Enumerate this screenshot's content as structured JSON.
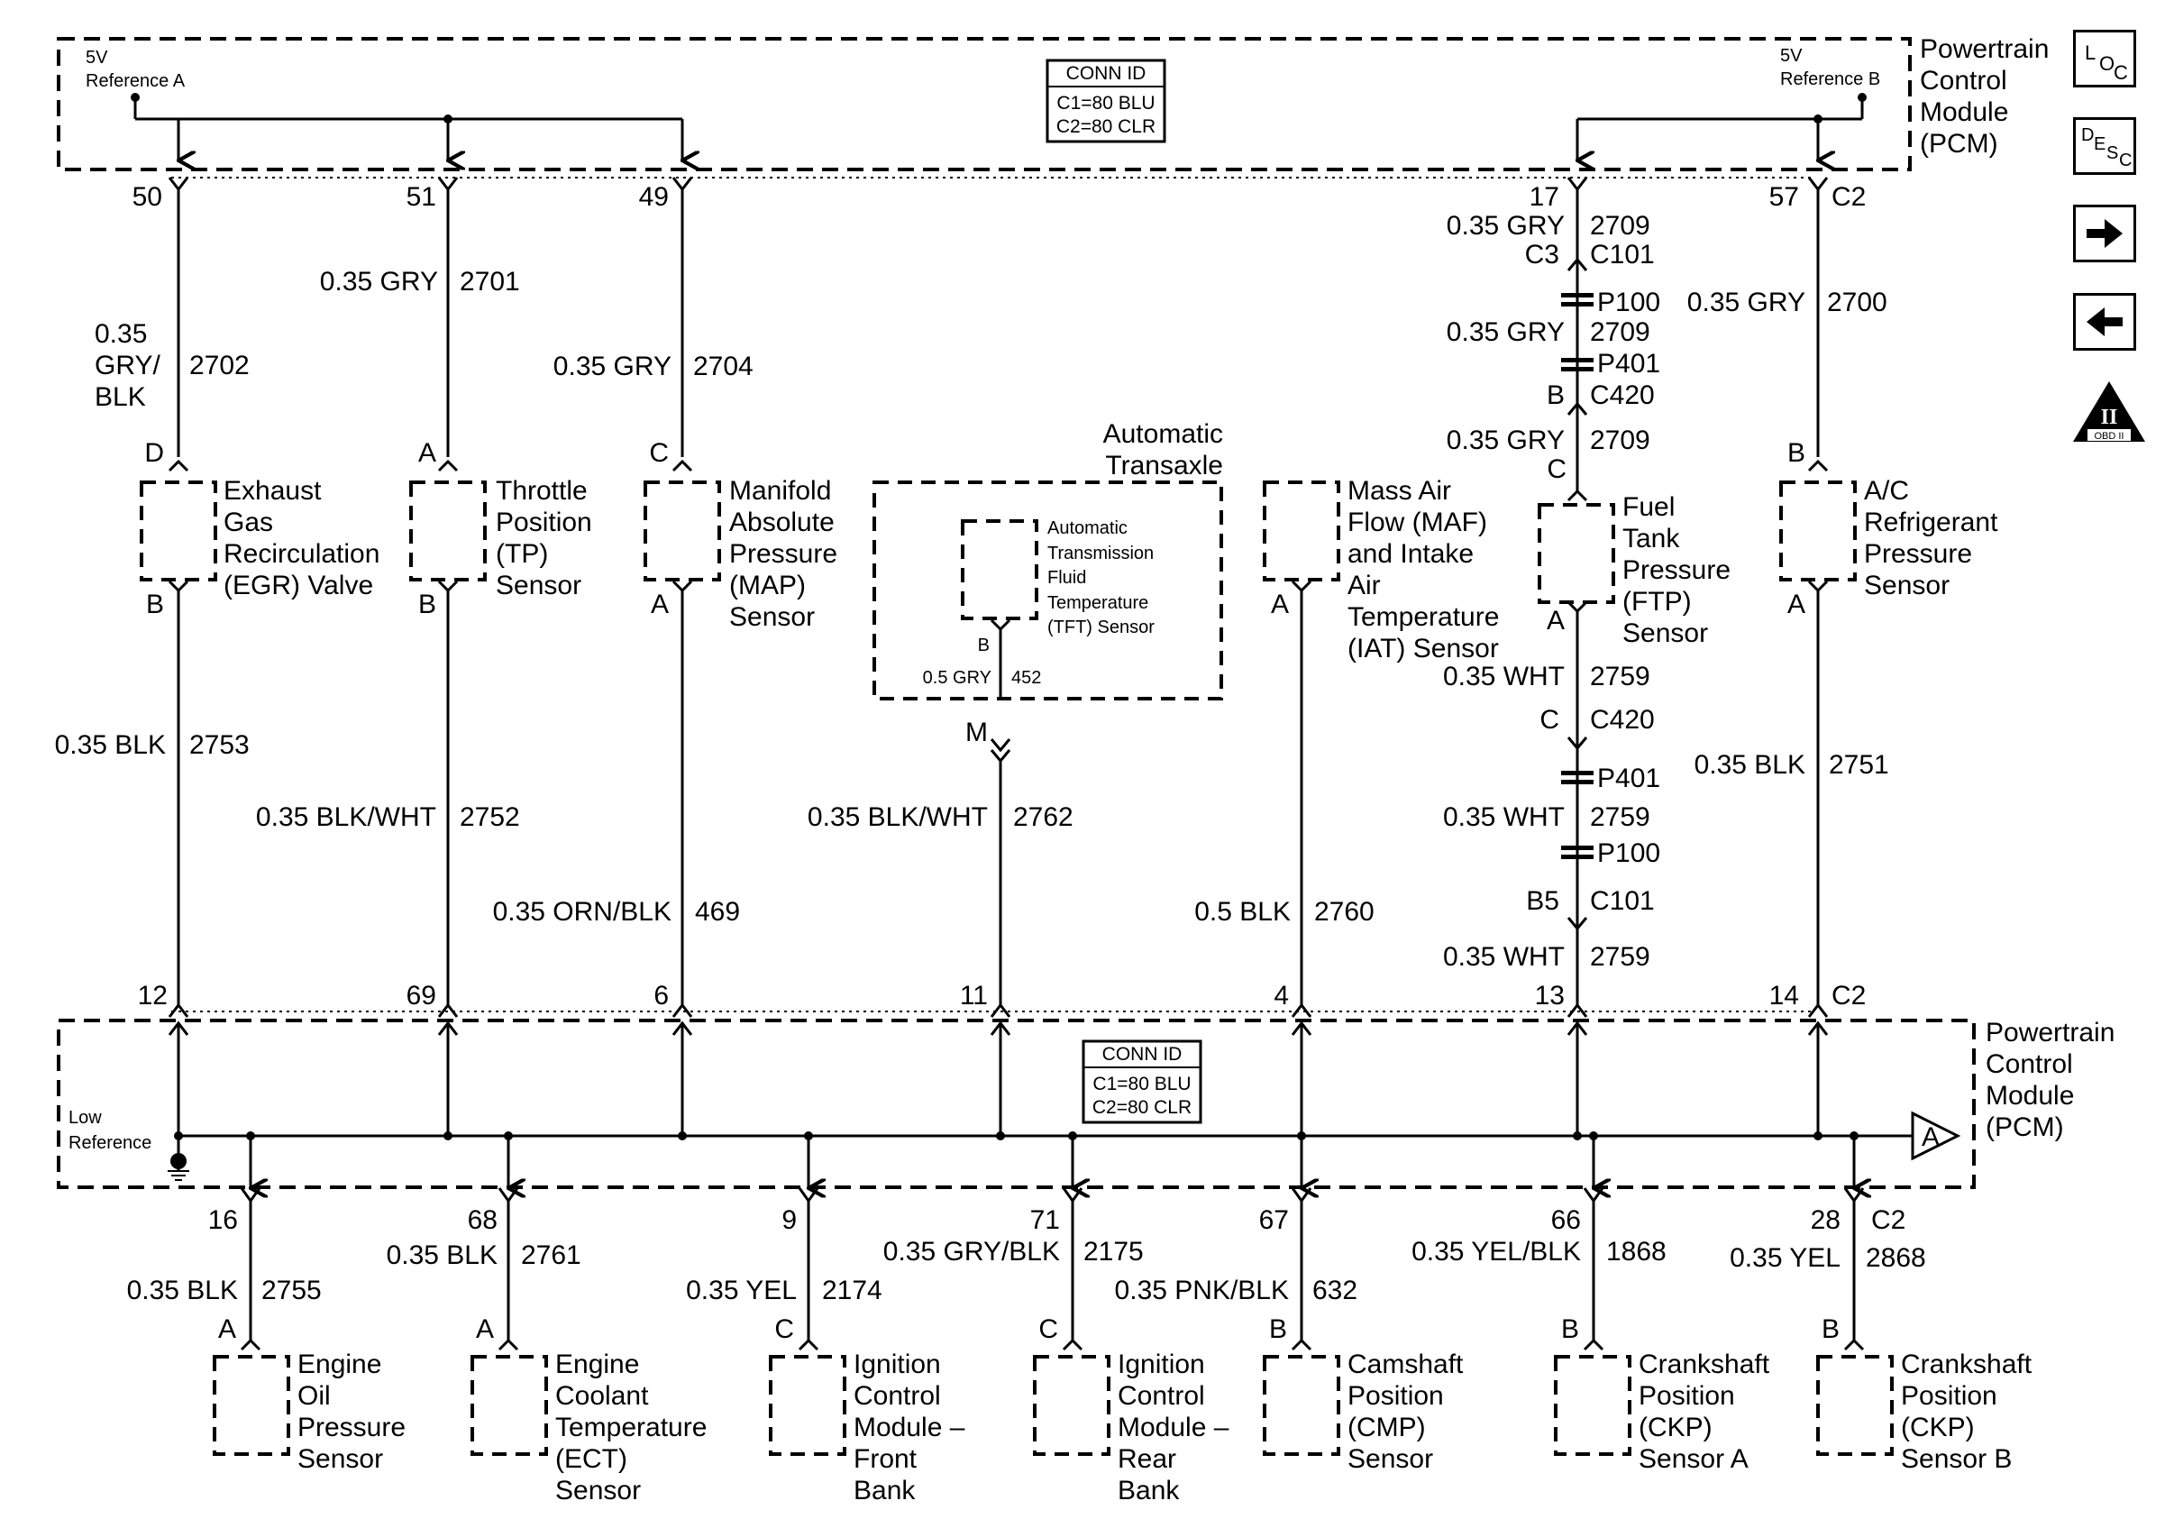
{
  "pcm_top": {
    "title": [
      "Powertrain",
      "Control",
      "Module",
      "(PCM)"
    ],
    "conn_id": [
      "CONN ID",
      "C1=80 BLU",
      "C2=80 CLR"
    ],
    "ref_a": [
      "5V",
      "Reference A"
    ],
    "ref_b": [
      "5V",
      "Reference B"
    ]
  },
  "pcm_bottom": {
    "title": [
      "Powertrain",
      "Control",
      "Module",
      "(PCM)"
    ],
    "conn_id": [
      "CONN ID",
      "C1=80 BLU",
      "C2=80 CLR"
    ],
    "low_ref": [
      "Low",
      "Reference"
    ],
    "offpage": "A"
  },
  "top_pins": [
    "50",
    "51",
    "49",
    "17",
    "57",
    "C2"
  ],
  "top_wires": {
    "egr": {
      "gauge_color": [
        "0.35",
        "GRY/",
        "BLK"
      ],
      "circuit": "2702"
    },
    "tp": {
      "gauge_color": "0.35 GRY",
      "circuit": "2701"
    },
    "map": {
      "gauge_color": "0.35 GRY",
      "circuit": "2704"
    },
    "ac": {
      "gauge_color": "0.35 GRY",
      "circuit": "2700"
    }
  },
  "ftp_ref_path": [
    {
      "gauge_color": "0.35 GRY",
      "circuit": "2709"
    },
    {
      "left": "C3",
      "right": "C101"
    },
    {
      "splice": "P100"
    },
    {
      "gauge_color": "0.35 GRY",
      "circuit": "2709"
    },
    {
      "splice": "P401"
    },
    {
      "left": "B",
      "right": "C420"
    },
    {
      "gauge_color": "0.35 GRY",
      "circuit": "2709"
    }
  ],
  "sensors_top": [
    {
      "name": [
        "Exhaust",
        "Gas",
        "Recirculation",
        "(EGR) Valve"
      ],
      "pin_top": "D",
      "pin_bottom": "B"
    },
    {
      "name": [
        "Throttle",
        "Position",
        "(TP)",
        "Sensor"
      ],
      "pin_top": "A",
      "pin_bottom": "B"
    },
    {
      "name": [
        "Manifold",
        "Absolute",
        "Pressure",
        "(MAP)",
        "Sensor"
      ],
      "pin_top": "C",
      "pin_bottom": "A"
    },
    {
      "name": [
        "Mass Air",
        "Flow (MAF)",
        "and Intake",
        "Air",
        "Temperature",
        "(IAT) Sensor"
      ],
      "pin_bottom": "A"
    },
    {
      "name": [
        "Fuel",
        "Tank",
        "Pressure",
        "(FTP)",
        "Sensor"
      ],
      "pin_top": "C",
      "pin_bottom": "A"
    },
    {
      "name": [
        "A/C",
        "Refrigerant",
        "Pressure",
        "Sensor"
      ],
      "pin_top": "B",
      "pin_bottom": "A"
    }
  ],
  "transaxle": {
    "title": [
      "Automatic",
      "Transaxle"
    ],
    "sensor": [
      "Automatic",
      "Transmission",
      "Fluid",
      "Temperature",
      "(TFT) Sensor"
    ],
    "pin": "B",
    "internal_wire": {
      "gauge_color": "0.5 GRY",
      "circuit": "452"
    },
    "connector_pin": "M"
  },
  "mid_wires": [
    {
      "gauge_color": "0.35 BLK",
      "circuit": "2753"
    },
    {
      "gauge_color": "0.35 BLK/WHT",
      "circuit": "2752"
    },
    {
      "gauge_color": "0.35 ORN/BLK",
      "circuit": "469"
    },
    {
      "gauge_color": "0.35 BLK/WHT",
      "circuit": "2762"
    },
    {
      "gauge_color": "0.5 BLK",
      "circuit": "2760"
    },
    {
      "gauge_color": "0.35 BLK",
      "circuit": "2751"
    }
  ],
  "ftp_ret_path": [
    {
      "gauge_color": "0.35 WHT",
      "circuit": "2759"
    },
    {
      "left": "C",
      "right": "C420"
    },
    {
      "splice": "P401"
    },
    {
      "gauge_color": "0.35 WHT",
      "circuit": "2759"
    },
    {
      "splice": "P100"
    },
    {
      "left": "B5",
      "right": "C101"
    },
    {
      "gauge_color": "0.35 WHT",
      "circuit": "2759"
    }
  ],
  "mid_pins": [
    "12",
    "69",
    "6",
    "11",
    "4",
    "13",
    "14",
    "C2"
  ],
  "bottom_pins": [
    "16",
    "68",
    "9",
    "71",
    "67",
    "66",
    "28",
    "C2"
  ],
  "bottom_wires": [
    {
      "gauge_color": "0.35 BLK",
      "circuit": "2755"
    },
    {
      "gauge_color": "0.35 BLK",
      "circuit": "2761"
    },
    {
      "gauge_color": "0.35 YEL",
      "circuit": "2174"
    },
    {
      "gauge_color": "0.35 GRY/BLK",
      "circuit": "2175"
    },
    {
      "gauge_color": "0.35 PNK/BLK",
      "circuit": "632"
    },
    {
      "gauge_color": "0.35 YEL/BLK",
      "circuit": "1868"
    },
    {
      "gauge_color": "0.35 YEL",
      "circuit": "2868"
    }
  ],
  "sensors_bottom": [
    {
      "name": [
        "Engine",
        "Oil",
        "Pressure",
        "Sensor"
      ],
      "pin": "A"
    },
    {
      "name": [
        "Engine",
        "Coolant",
        "Temperature",
        "(ECT)",
        "Sensor"
      ],
      "pin": "A"
    },
    {
      "name": [
        "Ignition",
        "Control",
        "Module –",
        "Front",
        "Bank"
      ],
      "pin": "C"
    },
    {
      "name": [
        "Ignition",
        "Control",
        "Module –",
        "Rear",
        "Bank"
      ],
      "pin": "C"
    },
    {
      "name": [
        "Camshaft",
        "Position",
        "(CMP)",
        "Sensor"
      ],
      "pin": "B"
    },
    {
      "name": [
        "Crankshaft",
        "Position",
        "(CKP)",
        "Sensor A"
      ],
      "pin": "B"
    },
    {
      "name": [
        "Crankshaft",
        "Position",
        "(CKP)",
        "Sensor B"
      ],
      "pin": "B"
    }
  ],
  "nav": {
    "loc": "LOC",
    "desc": "DESC",
    "next": "next-arrow",
    "prev": "prev-arrow",
    "obd": [
      "II",
      "OBD II"
    ]
  }
}
